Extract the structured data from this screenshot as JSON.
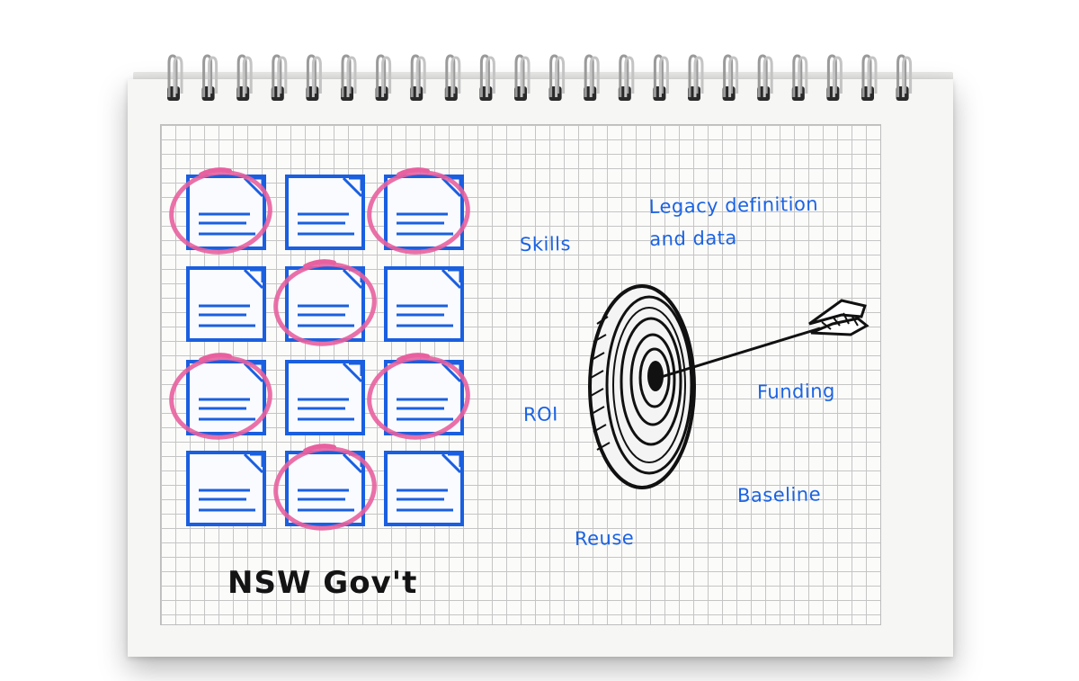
{
  "caption": "NSW Gov't",
  "labels": {
    "legacy_line1": "Legacy definition",
    "legacy_line2": "and data",
    "skills": "Skills",
    "roi": "ROI",
    "funding": "Funding",
    "baseline": "Baseline",
    "reuse": "Reuse"
  },
  "document_grid": {
    "rows": 4,
    "cols": 3,
    "circled": [
      [
        0,
        0
      ],
      [
        0,
        2
      ],
      [
        1,
        1
      ],
      [
        2,
        0
      ],
      [
        2,
        2
      ],
      [
        3,
        1
      ]
    ]
  },
  "colors": {
    "label_blue": "#1b63e3",
    "document_blue": "#1a5fe0",
    "circle_pink": "#e8609f",
    "ink": "#141414"
  },
  "icons": [
    "document-icon",
    "circle-highlight",
    "target-icon",
    "arrow-icon"
  ]
}
